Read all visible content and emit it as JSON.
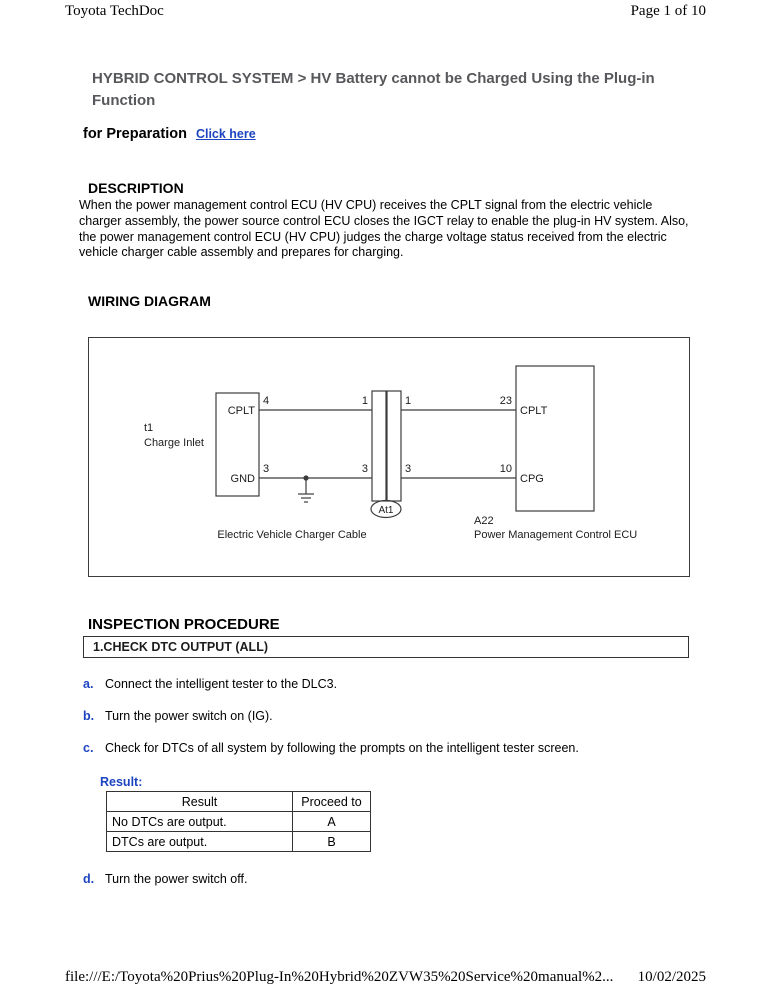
{
  "page": {
    "header_left": "Toyota TechDoc",
    "header_right": "Page 1 of 10",
    "footer_left": "file:///E:/Toyota%20Prius%20Plug-In%20Hybrid%20ZVW35%20Service%20manual%2...",
    "footer_right": "10/02/2025"
  },
  "title": "HYBRID CONTROL SYSTEM > HV Battery cannot be Charged Using the Plug-in Function",
  "preparation": {
    "label": "for Preparation",
    "link_label": "Click here"
  },
  "description": {
    "heading": "DESCRIPTION",
    "body": "When the power management control ECU (HV CPU) receives the CPLT signal from the electric vehicle charger assembly, the power source control ECU closes the IGCT relay to enable the plug-in HV system. Also, the power management control ECU (HV CPU) judges the charge voltage status received from the electric vehicle charger cable assembly and prepares for charging."
  },
  "wiring": {
    "heading": "WIRING DIAGRAM",
    "inlet_id": "t1",
    "inlet_name": "Charge Inlet",
    "inlet_pin_cplt": "CPLT",
    "inlet_pin_gnd": "GND",
    "pin_cplt_num": "4",
    "pin_gnd_num": "3",
    "conn_pin1_left": "1",
    "conn_pin1_right": "1",
    "conn_pin3_left": "3",
    "conn_pin3_right": "3",
    "ecu_pin_cplt_num": "23",
    "ecu_pin_cpg_num": "10",
    "connector_label": "At1",
    "cable_label": "Electric Vehicle Charger Cable",
    "ecu_id": "A22",
    "ecu_name": "Power Management Control ECU",
    "ecu_pin_cplt": "CPLT",
    "ecu_pin_cpg": "CPG"
  },
  "inspection": {
    "heading": "INSPECTION PROCEDURE",
    "check_title": "1.CHECK DTC OUTPUT (ALL)",
    "steps": [
      {
        "letter": "a.",
        "text": "Connect the intelligent tester to the DLC3."
      },
      {
        "letter": "b.",
        "text": "Turn the power switch on (IG)."
      },
      {
        "letter": "c.",
        "text": "Check for DTCs of all system by following the prompts on the intelligent tester screen."
      },
      {
        "letter": "d.",
        "text": "Turn the power switch off."
      }
    ],
    "result_label": "Result:",
    "result_table": {
      "headers": [
        "Result",
        "Proceed to"
      ],
      "rows": [
        [
          "No DTCs are output.",
          "A"
        ],
        [
          "DTCs are output.",
          "B"
        ]
      ]
    }
  },
  "colors": {
    "link_blue": "#1d44c0",
    "title_gray": "#57585b"
  }
}
